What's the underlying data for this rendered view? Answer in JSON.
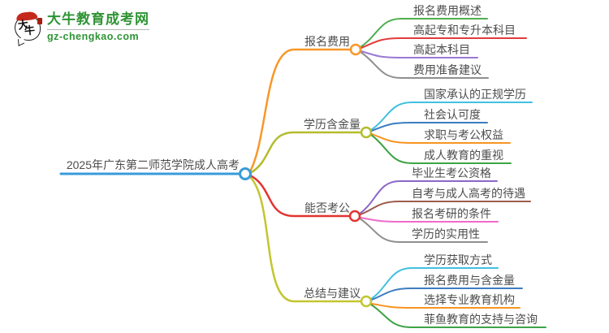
{
  "logo": {
    "icon": "speech-bubble-logo-icon",
    "bubble_char_top": "大",
    "bubble_char_bottom": "牛",
    "brand": "大牛教育成考网",
    "site": "gz-chengkao.com",
    "brand_color": "#2e9434"
  },
  "mindmap": {
    "root": {
      "label": "2025年广东第二师范学院成人高考",
      "color": "#3a9bd8"
    },
    "branches": [
      {
        "label": "报名费用",
        "color": "#f89728",
        "items": [
          {
            "label": "报名费用概述",
            "color": "#4fae50"
          },
          {
            "label": "高起专和专升本科目",
            "color": "#e23b3b"
          },
          {
            "label": "高起本科目",
            "color": "#9b79d2"
          },
          {
            "label": "费用准备建议",
            "color": "#8f8f8f"
          }
        ]
      },
      {
        "label": "学历含金量",
        "color": "#b4bc2c",
        "items": [
          {
            "label": "国家承认的正规学历",
            "color": "#41c0e0"
          },
          {
            "label": "社会认可度",
            "color": "#3c7dc1"
          },
          {
            "label": "求职与考公权益",
            "color": "#f89422"
          },
          {
            "label": "成人教育的重视",
            "color": "#3ea346"
          }
        ]
      },
      {
        "label": "能否考公",
        "color": "#e23431",
        "items": [
          {
            "label": "毕业生考公资格",
            "color": "#8c66c9"
          },
          {
            "label": "自考与成人高考的待遇",
            "color": "#9e5b4b"
          },
          {
            "label": "报名考研的条件",
            "color": "#ef6bcb"
          },
          {
            "label": "学历的实用性",
            "color": "#8f8f8f"
          }
        ]
      },
      {
        "label": "总结与建议",
        "color": "#c2c62f",
        "items": [
          {
            "label": "学历获取方式",
            "color": "#41c0e0"
          },
          {
            "label": "报名费用与含金量",
            "color": "#3c7dc1"
          },
          {
            "label": "选择专业教育机构",
            "color": "#f89422"
          },
          {
            "label": "菲鱼教育的支持与咨询",
            "color": "#3ea346"
          }
        ]
      }
    ]
  }
}
